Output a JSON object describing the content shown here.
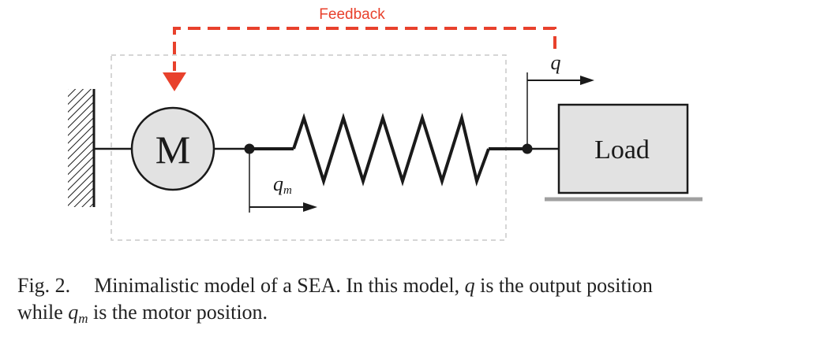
{
  "diagram": {
    "feedback_label": "Feedback",
    "motor_label": "M",
    "load_label": "Load",
    "output_symbol": "q",
    "motor_symbol": "q",
    "motor_subscript": "m",
    "colors": {
      "feedback": "#e8412c",
      "stroke": "#1a1a1a",
      "block_fill": "#e2e2e2",
      "dashed_box": "#c8c8c8",
      "ground": "#a0a0a0"
    }
  },
  "caption": {
    "fig_label": "Fig. 2.",
    "part1": "Minimalistic model of a SEA. In this model, ",
    "var_q": "q",
    "part2": " is the output position",
    "part3": "while ",
    "var_qm": "q",
    "var_qm_sub": "m",
    "part4": " is the motor position."
  }
}
